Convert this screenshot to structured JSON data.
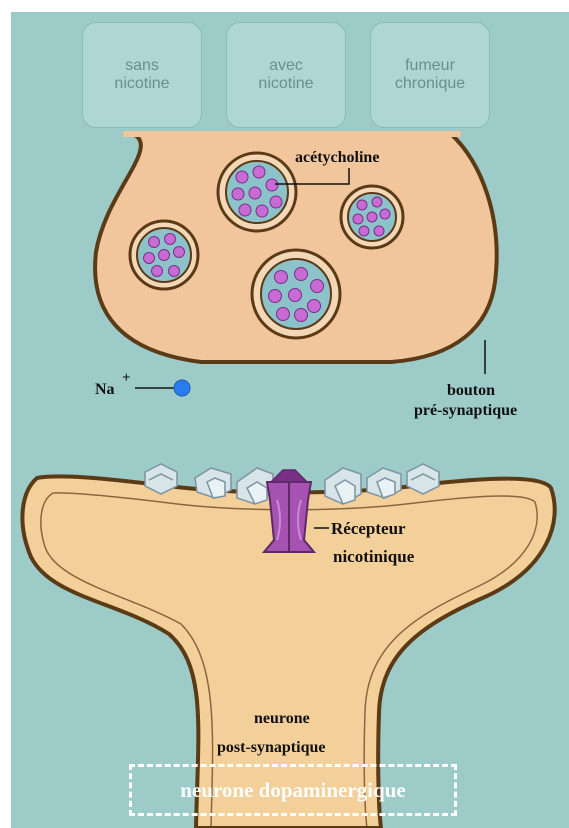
{
  "tabs": [
    {
      "line1": "sans",
      "line2": "nicotine"
    },
    {
      "line1": "avec",
      "line2": "nicotine"
    },
    {
      "line1": "fumeur",
      "line2": "chronique"
    }
  ],
  "labels": {
    "acetylcholine": "acétycholine",
    "na": "Na",
    "na_charge": "+",
    "bouton_1": "bouton",
    "bouton_2": "pré-synaptique",
    "recepteur_1": "Récepteur",
    "recepteur_2": "nicotinique",
    "post_1": "neurone",
    "post_2": "post-synaptique"
  },
  "footer": {
    "label": "neurone dopaminergique"
  },
  "colors": {
    "background": "#9ccbc8",
    "presynaptic_fill": "#f2c69d",
    "postsynaptic_fill": "#f3cf9a",
    "outline": "#5b3a16",
    "vesicle_fill": "#8cc3cb",
    "neurotransmitter": "#c96bd4",
    "receptor": "#a552b3",
    "sodium_ion": "#2a7df0"
  }
}
